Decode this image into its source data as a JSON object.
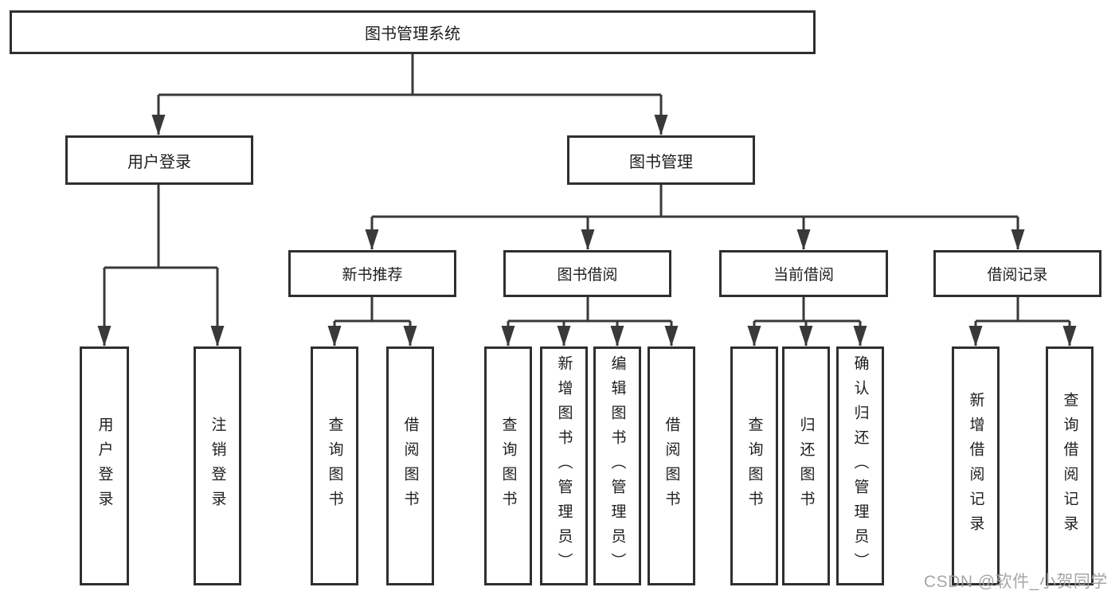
{
  "colors": {
    "line": "#39393b",
    "box_border": "#2f2f31",
    "text": "#1e1e1e",
    "watermark": "#9e9e9e"
  },
  "watermark": "CSDN @软件_小贺同学",
  "tree": {
    "label": "图书管理系统",
    "children": [
      {
        "label": "用户登录",
        "children": [
          {
            "label": "用户登录"
          },
          {
            "label": "注销登录"
          }
        ]
      },
      {
        "label": "图书管理",
        "children": [
          {
            "label": "新书推荐",
            "children": [
              {
                "label": "查询图书"
              },
              {
                "label": "借阅图书"
              }
            ]
          },
          {
            "label": "图书借阅",
            "children": [
              {
                "label": "查询图书"
              },
              {
                "label": "新增图书（管理员）"
              },
              {
                "label": "编辑图书（管理员）"
              },
              {
                "label": "借阅图书"
              }
            ]
          },
          {
            "label": "当前借阅",
            "children": [
              {
                "label": "查询图书"
              },
              {
                "label": "归还图书"
              },
              {
                "label": "确认归还（管理员）"
              }
            ]
          },
          {
            "label": "借阅记录",
            "children": [
              {
                "label": "新增借阅记录"
              },
              {
                "label": "查询借阅记录"
              }
            ]
          }
        ]
      }
    ]
  }
}
